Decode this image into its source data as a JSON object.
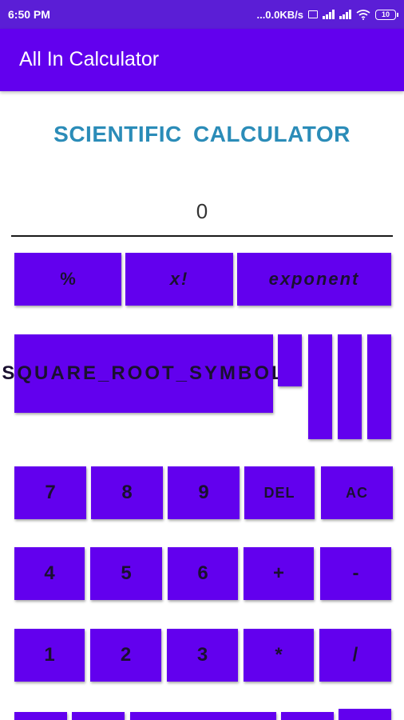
{
  "status_bar": {
    "time": "6:50 PM",
    "network_speed": "...0.0KB/s",
    "battery_level": "10",
    "icons": [
      "message-icon",
      "signal-icon",
      "signal-icon",
      "wifi-icon",
      "battery-icon"
    ]
  },
  "app_bar": {
    "title": "All In Calculator",
    "color": "#6200ee"
  },
  "screen": {
    "title": "SCIENTIFIC  CALCULATOR",
    "title_color": "#2b8cb8"
  },
  "display": {
    "value": "0"
  },
  "buttons": {
    "percent": "%",
    "factorial": "x!",
    "exponent": "exponent",
    "square_root": "SQUARE_ROOT_SYMBOL",
    "seven": "7",
    "eight": "8",
    "nine": "9",
    "del": "DEL",
    "ac": "AC",
    "four": "4",
    "five": "5",
    "six": "6",
    "plus": "+",
    "minus": "-",
    "one": "1",
    "two": "2",
    "three": "3",
    "multiply": "*",
    "divide": "/"
  },
  "button_color": "#6200ee"
}
